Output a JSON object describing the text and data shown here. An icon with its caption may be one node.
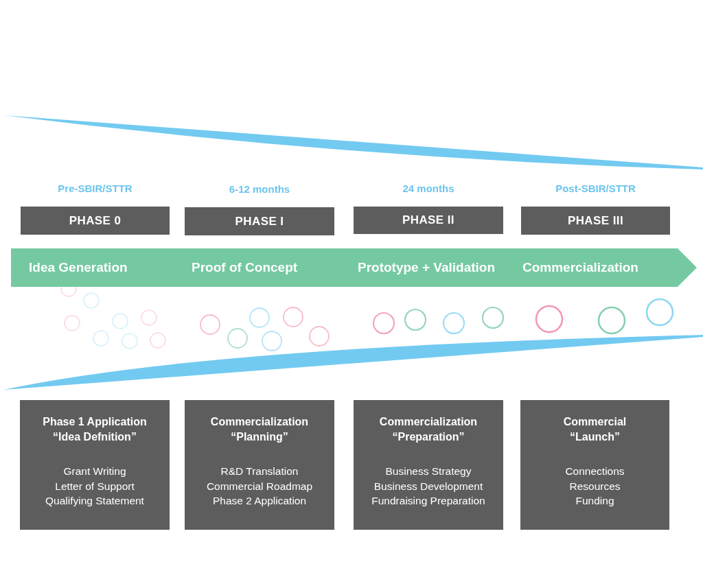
{
  "diagram": {
    "nodes": [
      {
        "text": [
          "PHASE 0"
        ],
        "beside": [
          "Pre-SBIR/STTR"
        ]
      },
      {
        "text": [
          "PHASE I"
        ],
        "beside": [
          "6-12 months"
        ]
      },
      {
        "text": [
          "PHASE II"
        ],
        "beside": [
          "24 months"
        ]
      },
      {
        "text": [
          "PHASE III"
        ],
        "beside": [
          "Post-SBIR/STTR"
        ]
      },
      {
        "text": [
          "Idea Generation",
          "Proof of Concept",
          "Prototype + Validation",
          "Commercialization"
        ]
      },
      {
        "text": [
          "Phase 1 Application",
          "“Idea Defnition”",
          "Grant Writing",
          "Letter of Support",
          "Qualifying Statement"
        ]
      },
      {
        "text": [
          "Commercialization",
          "“Planning”",
          "R&D Translation",
          "Commercial Roadmap",
          "Phase 2 Application"
        ]
      },
      {
        "text": [
          "Commercialization",
          "“Preparation”",
          "Business Strategy",
          "Business Development",
          "Fundraising Preparation"
        ]
      },
      {
        "text": [
          "Commercial",
          "“Launch”",
          "Connections",
          "Resources",
          "Funding"
        ]
      }
    ]
  }
}
